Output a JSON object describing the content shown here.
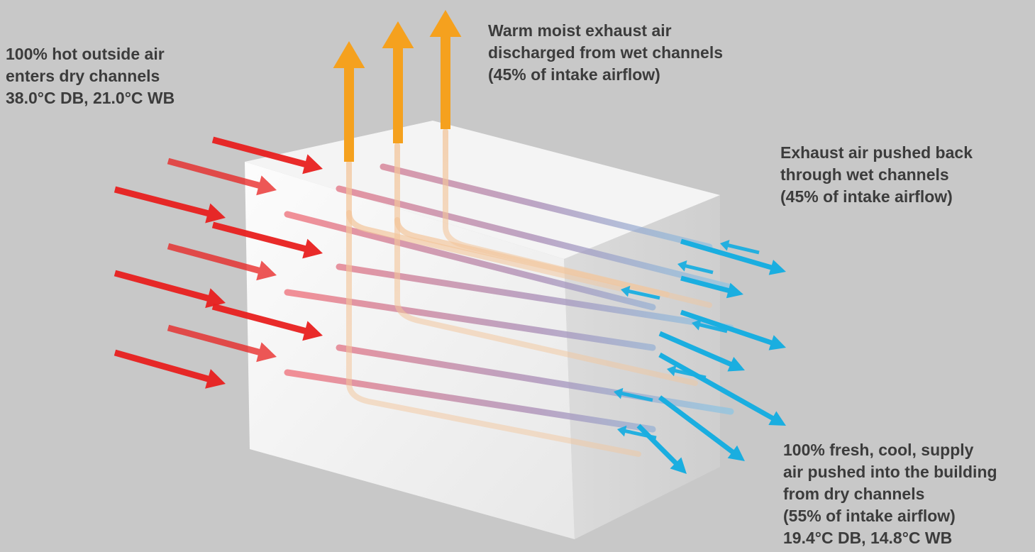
{
  "labels": {
    "intake": [
      "100% hot outside air",
      "enters dry channels",
      "38.0°C DB, 21.0°C WB"
    ],
    "exhaust": [
      "Warm moist exhaust air",
      "discharged from wet channels",
      "(45% of intake airflow)"
    ],
    "wet_return": [
      "Exhaust air pushed back",
      "through wet channels",
      "(45% of intake airflow)"
    ],
    "supply": [
      "100% fresh, cool, supply",
      "air pushed into the building",
      "from dry channels",
      "(55% of intake airflow)",
      "19.4°C DB, 14.8°C WB"
    ]
  },
  "colors": {
    "background": "#c8c8c8",
    "hot_air": "#e8201f",
    "cool_air": "#1aaee0",
    "exhaust_air": "#f5a11e",
    "text": "#3c3c3c",
    "cooler_block": "#f2f2f2"
  }
}
